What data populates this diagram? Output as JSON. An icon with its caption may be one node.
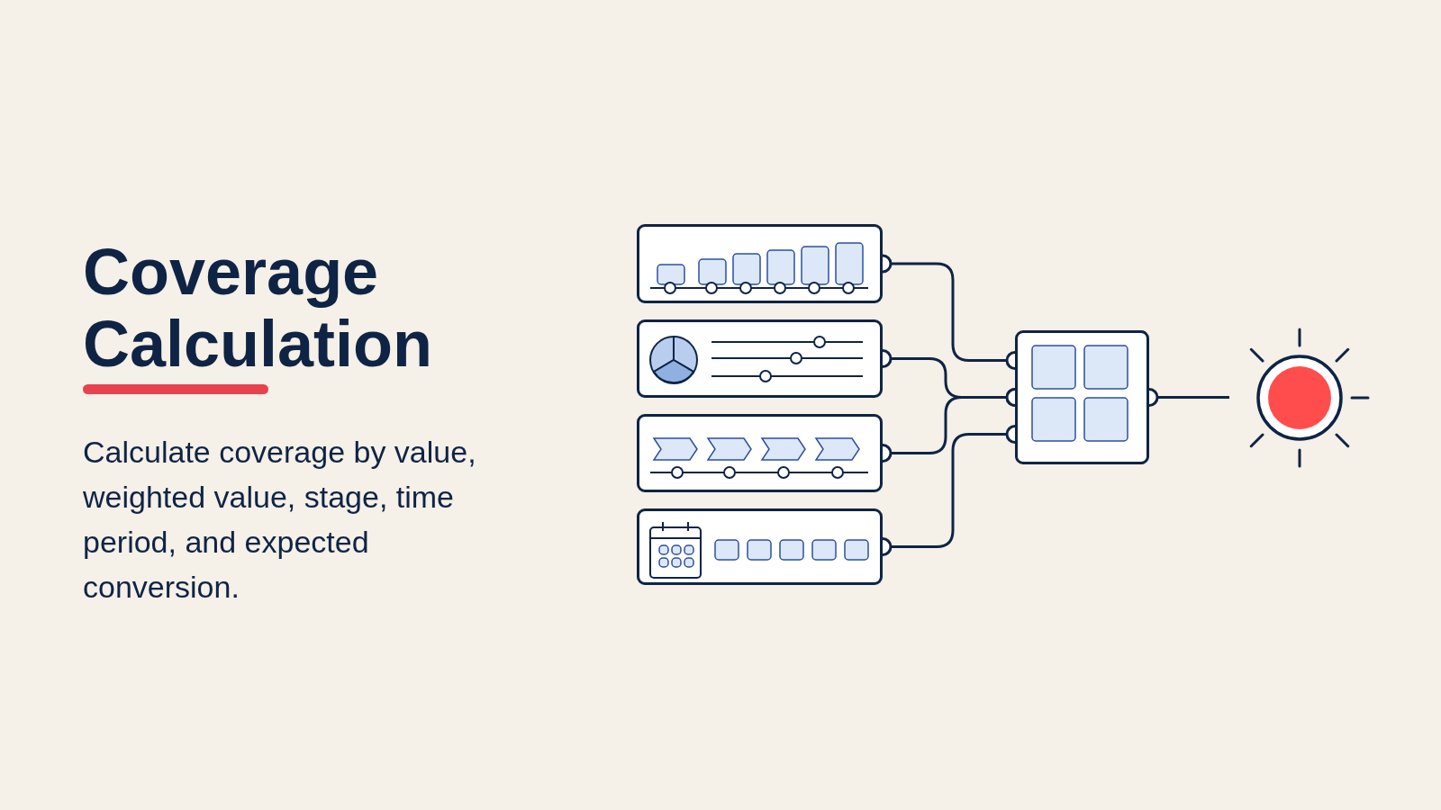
{
  "diagram": {
    "title": "Coverage Calculation",
    "nodes": [
      {
        "text": [],
        "shape": "box"
      },
      {
        "text": [],
        "shape": "box"
      },
      {
        "text": [],
        "shape": "box"
      },
      {
        "text": [],
        "shape": "box"
      },
      {
        "text": [],
        "shape": "box"
      },
      {
        "text": [],
        "shape": "circle"
      }
    ],
    "edges": [
      {
        "from": 0,
        "to": 4,
        "arrow": "other"
      },
      {
        "from": 1,
        "to": 4,
        "arrow": "other"
      },
      {
        "from": 2,
        "to": 4,
        "arrow": "other"
      },
      {
        "from": 3,
        "to": 4,
        "arrow": "other"
      },
      {
        "from": 4,
        "to": 5,
        "arrow": "other"
      }
    ],
    "labels": [
      "Calculate coverage by value, weighted value, stage, time period, and expected conversion."
    ]
  }
}
